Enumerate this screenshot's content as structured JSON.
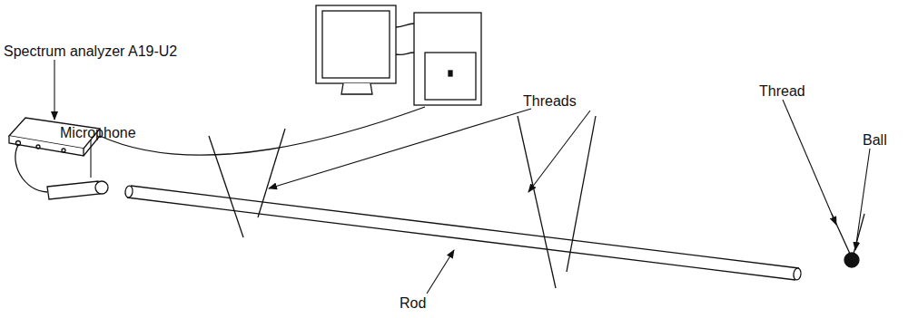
{
  "diagram": {
    "labels": [
      "Spectrum analyzer A19-U2",
      "Microphone",
      "Threads",
      "Thread",
      "Ball",
      "Rod"
    ]
  }
}
